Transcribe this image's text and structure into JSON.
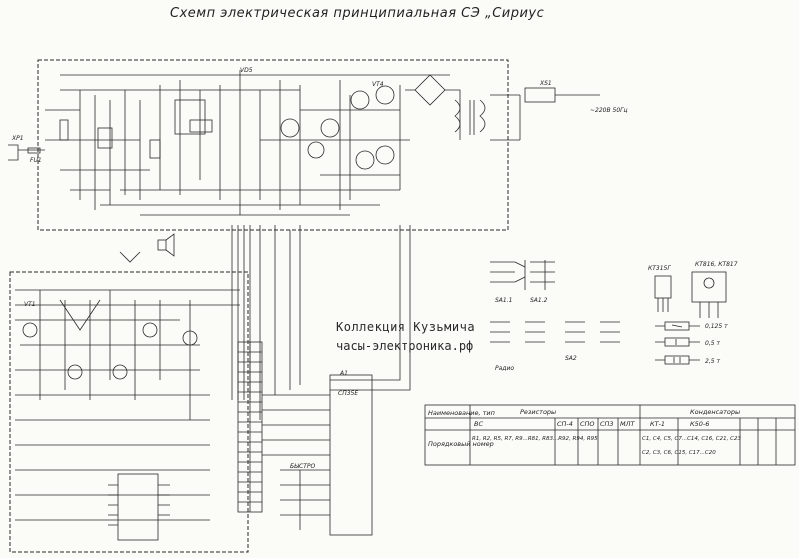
{
  "title": "Схемп электрическая принципиальная СЭ „Сириус",
  "watermark": {
    "line1": "Коллекция Кузьмича",
    "line2": "часы-электроника.рф"
  },
  "labels": {
    "vd5": "VD5",
    "vt1": "VT1",
    "a1": "A1",
    "chip": "СП35Е",
    "xp1": "XP1",
    "xs1": "XS1",
    "mains": "~220В 50Гц",
    "fu1": "FU1",
    "vt4": "VT4",
    "sa1_1": "SA1.1",
    "sa1_2": "SA1.2",
    "sa2": "SA2",
    "bystro": "БЫСТРО",
    "radio": "Радио",
    "t25": "2,5 т",
    "t05": "0,5 т",
    "t0125": "0,125 т",
    "kt315": "КТ315Г",
    "kt816": "КТ816, КТ817"
  },
  "table": {
    "col_name": "Наименование, тип",
    "head_resistors": "Резисторы",
    "head_caps": "Конденсаторы",
    "row_label": "Порядковый номер",
    "sub": [
      "ВС",
      "СП-4",
      "СПО",
      "СП3",
      "МЛТ",
      "КТ-1",
      "К50-6"
    ],
    "r_list": "R1, R2, R5, R7, R9...R81, R83...R92, R94, R95",
    "c_list": "С1, С4, С5, С7...С14, С16, С21, С23",
    "c2": "С2, С3, С6, С15, С17...С20"
  }
}
